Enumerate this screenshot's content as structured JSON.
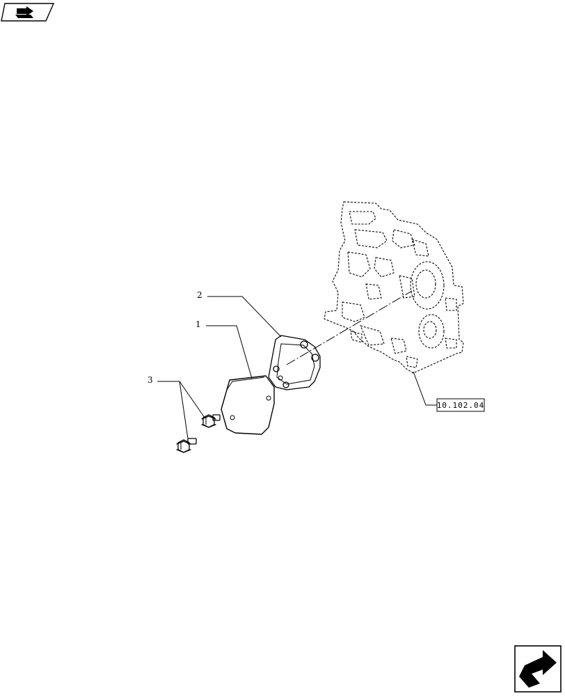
{
  "callouts": [
    {
      "id": "1",
      "text": "1"
    },
    {
      "id": "2",
      "text": "2"
    },
    {
      "id": "3",
      "text": "3"
    }
  ],
  "reference_label": "10.102.04",
  "icons": {
    "top_left": "book-arrow-icon",
    "bottom_right": "next-page-arrow-icon"
  }
}
